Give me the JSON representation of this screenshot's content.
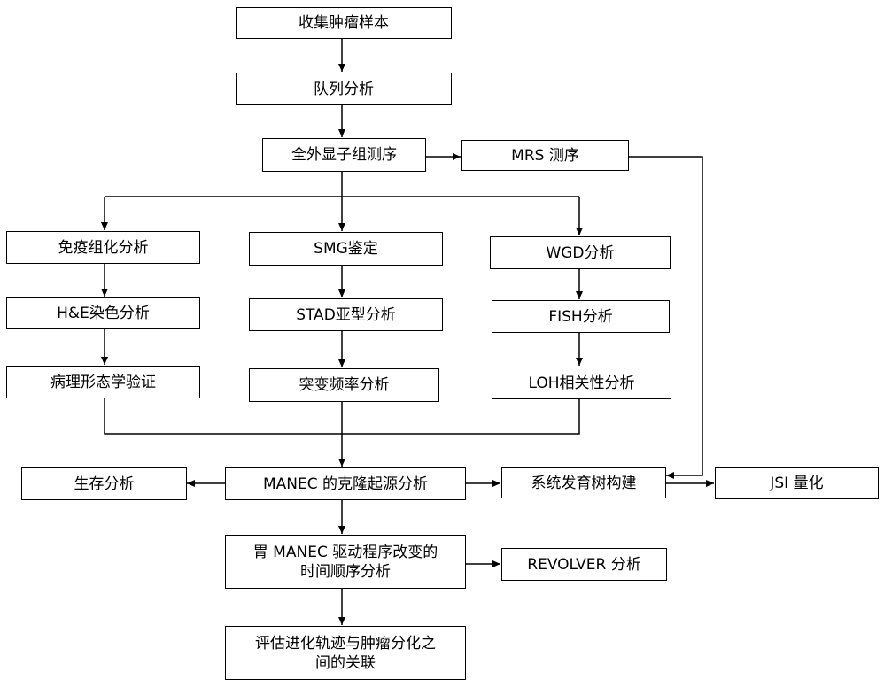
{
  "nodes": {
    "collect": "收集肿瘤样本",
    "cohort": "队列分析",
    "wes": "全外显子组测序",
    "mrs": "MRS 测序",
    "ihc": "免疫组化分析",
    "smg": "SMG鉴定",
    "wgd": "WGD分析",
    "he": "H&E染色分析",
    "stad": "STAD亚型分析",
    "fish": "FISH分析",
    "patho": "病理形态学验证",
    "mutfreq": "突变频率分析",
    "loh": "LOH相关性分析",
    "survival": "生存分析",
    "clonal": "MANEC 的克隆起源分析",
    "phylo": "系统发育树构建",
    "jsi": "JSI 量化",
    "timing_l1": "胃 MANEC 驱动程序改变的",
    "timing_l2": "时间顺序分析",
    "revolver": "REVOLVER 分析",
    "eval_l1": "评估进化轨迹与肿瘤分化之",
    "eval_l2": "间的关联"
  }
}
